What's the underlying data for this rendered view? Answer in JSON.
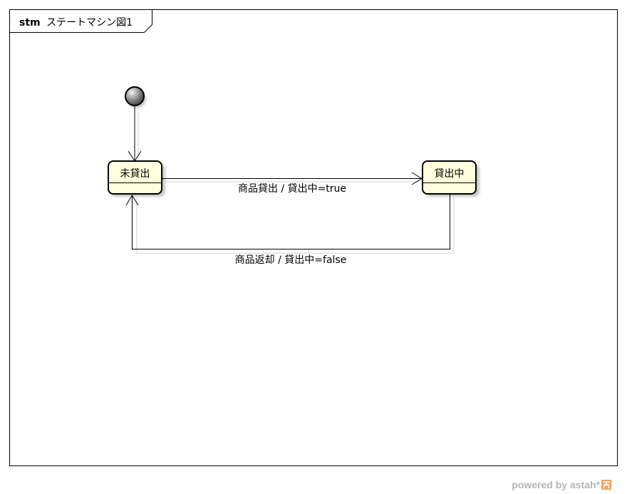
{
  "frame": {
    "keyword": "stm",
    "name": "ステートマシン図1"
  },
  "states": {
    "not_lent": {
      "name": "未貸出"
    },
    "lent": {
      "name": "貸出中"
    }
  },
  "transitions": {
    "lend": {
      "label": "商品貸出 / 貸出中=true"
    },
    "return": {
      "label": "商品返却 / 貸出中=false"
    }
  },
  "watermark": {
    "text": "powered by astah*"
  },
  "colors": {
    "state_fill": "#FFFFDD",
    "state_stroke": "#000000",
    "shadow": "#C8C8C8",
    "initial_fill_light": "#EEEEEE",
    "initial_fill_dark": "#4A4A4A",
    "watermark": "#B5B5B5",
    "logo": "#F2A766"
  },
  "icons": {
    "initial_node": "initial-pseudostate-icon",
    "logo": "astah-logo-icon"
  }
}
